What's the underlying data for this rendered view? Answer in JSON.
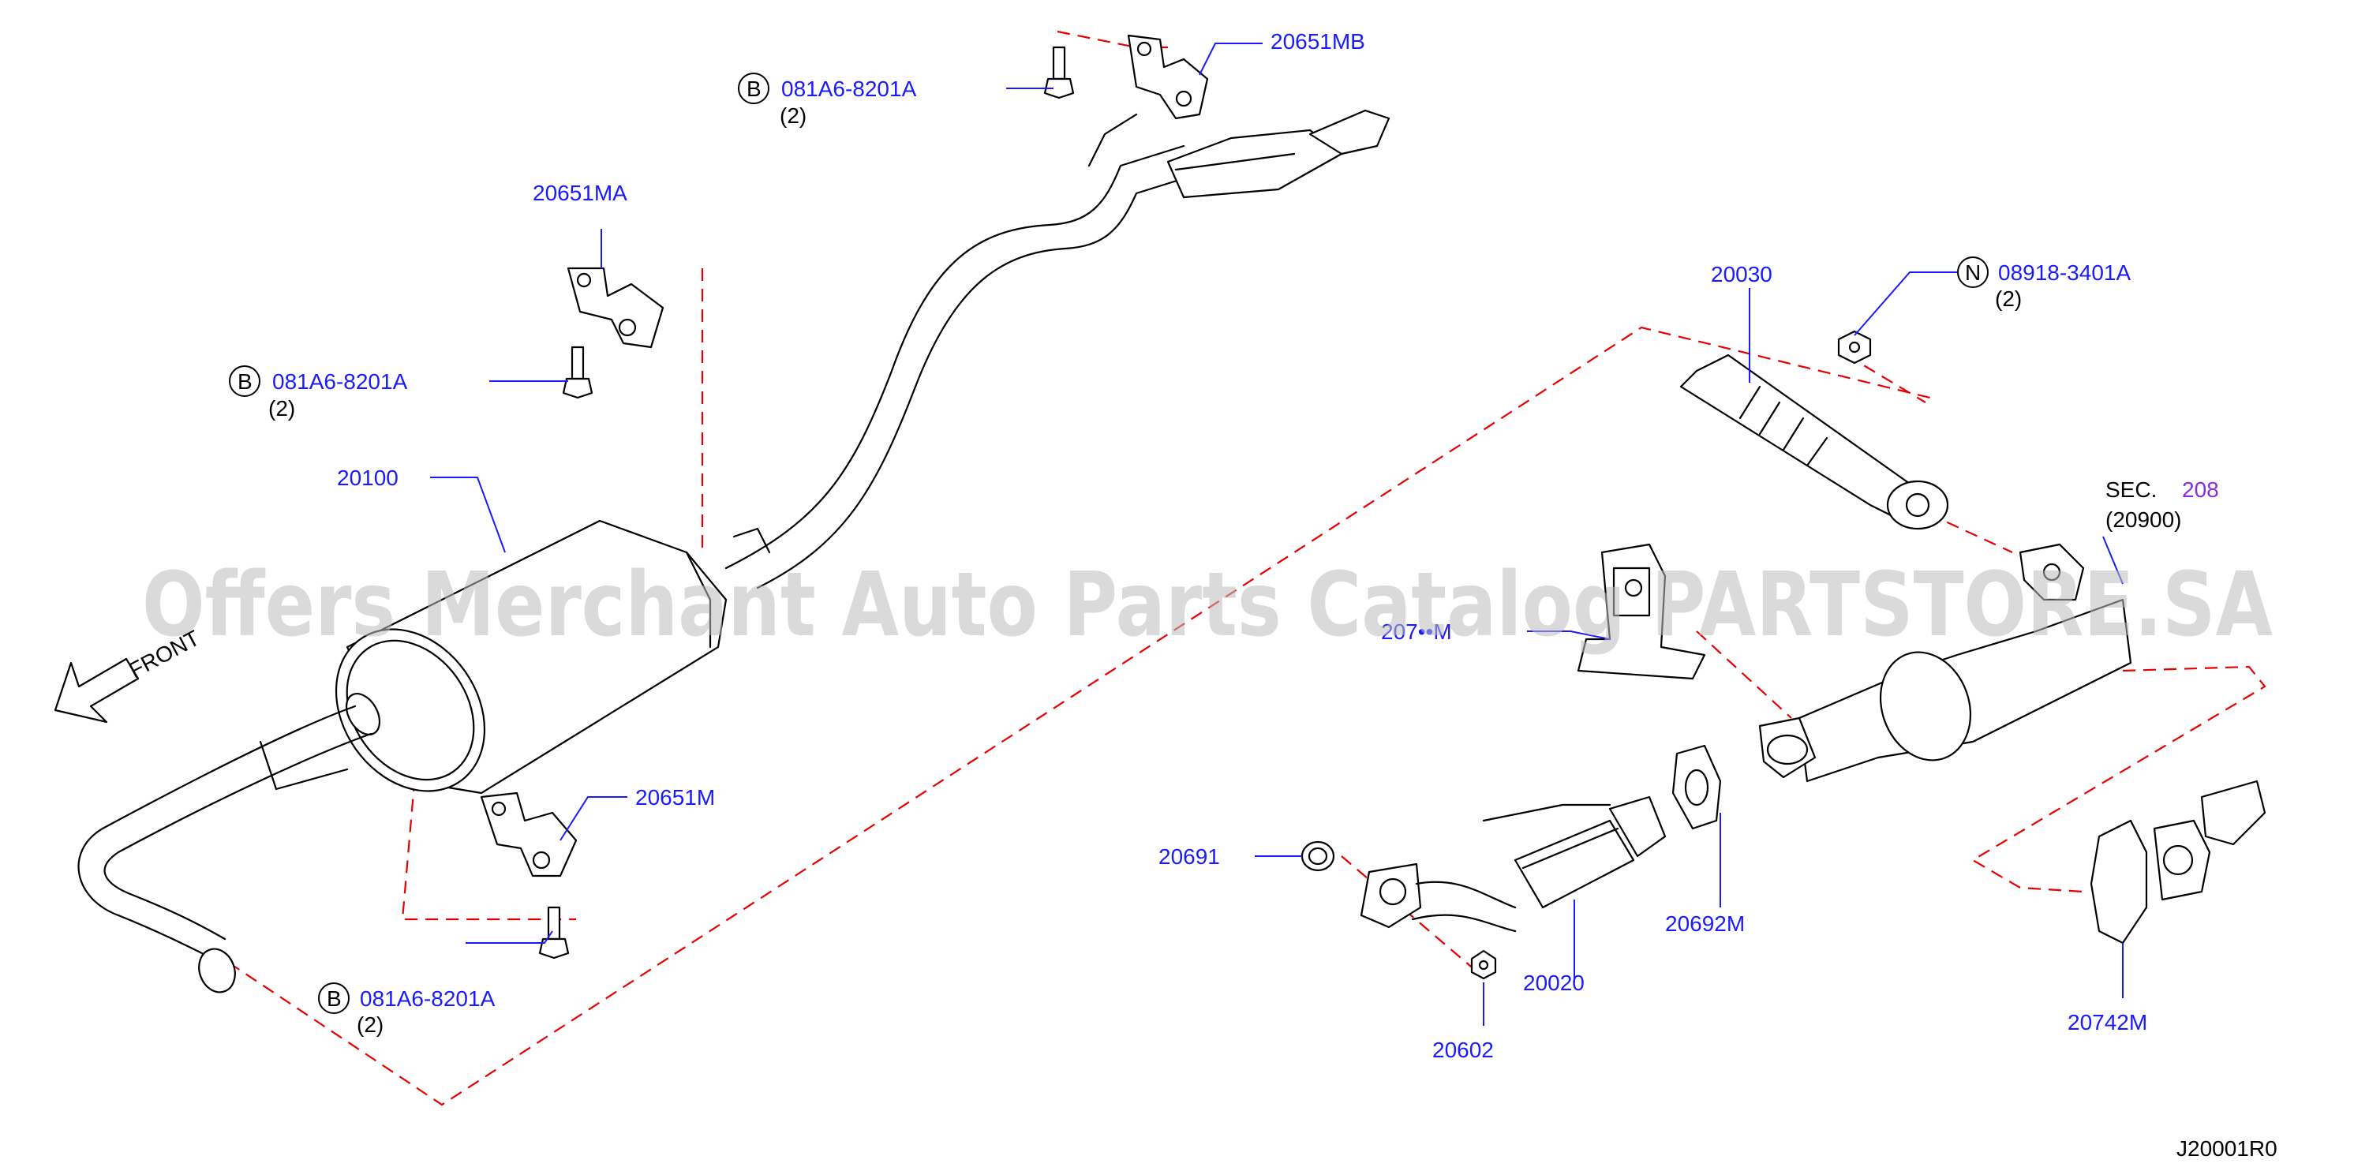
{
  "watermark": "Offers Merchant Auto Parts Catalog PARTSTORE.SA",
  "front_label": "FRONT",
  "diagram_code": "J20001R0",
  "sec_ref": {
    "prefix": "SEC.",
    "number": "208",
    "sub": "(20900)"
  },
  "parts": {
    "p20651MB": "20651MB",
    "p20651MA": "20651MA",
    "p20651M": "20651M",
    "p20100": "20100",
    "p20030": "20030",
    "p20691": "20691",
    "p20020": "20020",
    "p20602": "20602",
    "p20692M": "20692M",
    "p20742M": "20742M",
    "p207xxM": "207••M"
  },
  "fasteners": {
    "bolt_top": {
      "badge": "B",
      "code": "081A6-8201A",
      "qty": "(2)"
    },
    "bolt_mid": {
      "badge": "B",
      "code": "081A6-8201A",
      "qty": "(2)"
    },
    "bolt_low": {
      "badge": "B",
      "code": "081A6-8201A",
      "qty": "(2)"
    },
    "nut_right": {
      "badge": "N",
      "code": "08918-3401A",
      "qty": "(2)"
    }
  },
  "colors": {
    "label": "#1a1aff",
    "dash": "#e60000",
    "sec_number": "#8a2be2",
    "watermark": "#bdbdbd"
  }
}
